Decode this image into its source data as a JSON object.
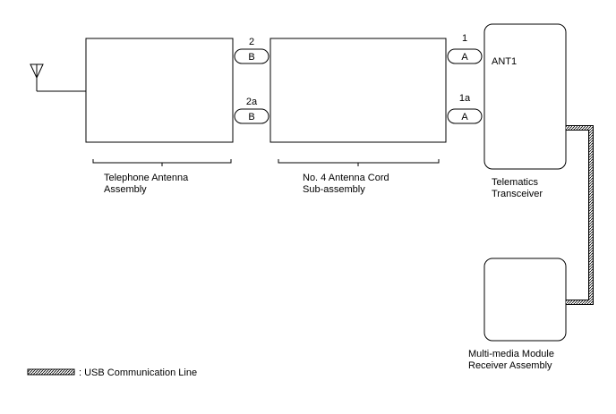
{
  "components": {
    "telephone_antenna": {
      "label_line1": "Telephone Antenna",
      "label_line2": "Assembly"
    },
    "antenna_cord": {
      "label_line1": "No. 4 Antenna Cord",
      "label_line2": "Sub-assembly"
    },
    "telematics": {
      "label_line1": "Telematics",
      "label_line2": "Transceiver",
      "pin_label": "ANT1"
    },
    "multimedia": {
      "label_line1": "Multi-media Module",
      "label_line2": "Receiver Assembly"
    }
  },
  "connectors": {
    "b_top": {
      "letter": "B",
      "pin": "2"
    },
    "b_bottom": {
      "letter": "B",
      "pin": "2a"
    },
    "a_top": {
      "letter": "A",
      "pin": "1"
    },
    "a_bottom": {
      "letter": "A",
      "pin": "1a"
    }
  },
  "legend": {
    "text": ": USB Communication Line"
  },
  "colors": {
    "line": "#000000",
    "background": "#ffffff"
  }
}
